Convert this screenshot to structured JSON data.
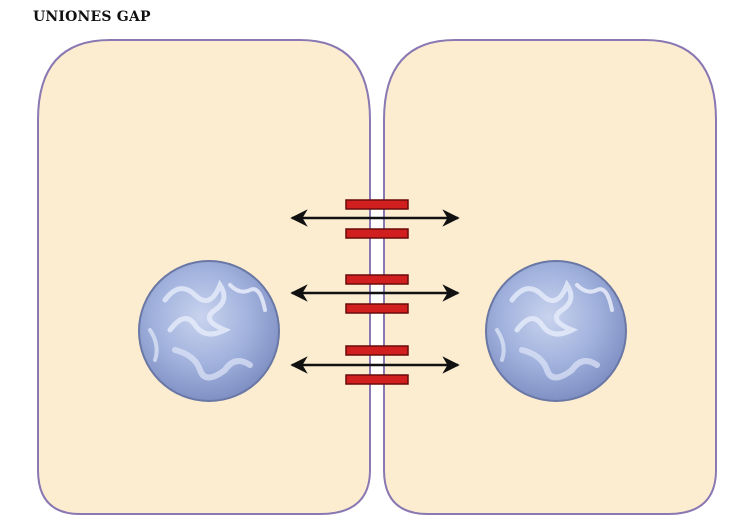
{
  "title": "UNIONES GAP",
  "colors": {
    "cell_fill": "#fdedd0",
    "cell_border": "#8a78b3",
    "junction": "#d11f1f",
    "junction_border": "#6a0a0a",
    "arrow": "#111111",
    "nucleus": "#8fa0cf",
    "nucleus_border": "#6a78a6"
  },
  "cells": [
    {
      "name": "left-cell",
      "has_nucleus": true
    },
    {
      "name": "right-cell",
      "has_nucleus": true
    }
  ],
  "junction_count": 3,
  "arrow_direction": "bidirectional"
}
